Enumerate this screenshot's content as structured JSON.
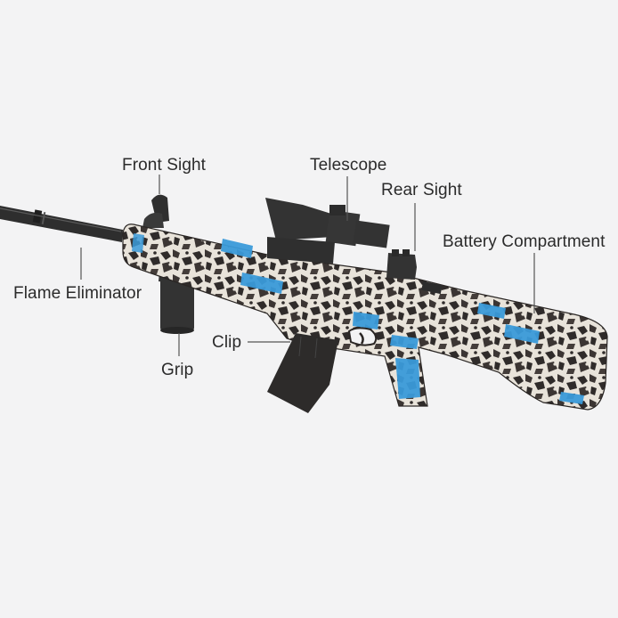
{
  "diagram": {
    "subject": "Gel blaster toy rifle (graffiti camo pattern)",
    "background_color": "#f3f3f4",
    "label_color": "#2b2b2b",
    "leader_line_color": "#555555",
    "body_colors": {
      "dark": "#2f2b2a",
      "light": "#e8e3da",
      "accent_blue": "#3a9ad9",
      "black_parts": "#2e2e2e"
    },
    "labels": {
      "front_sight": "Front Sight",
      "telescope": "Telescope",
      "rear_sight": "Rear Sight",
      "battery_compartment": "Battery Compartment",
      "flame_eliminator": "Flame Eliminator",
      "clip": "Clip",
      "grip": "Grip"
    }
  }
}
